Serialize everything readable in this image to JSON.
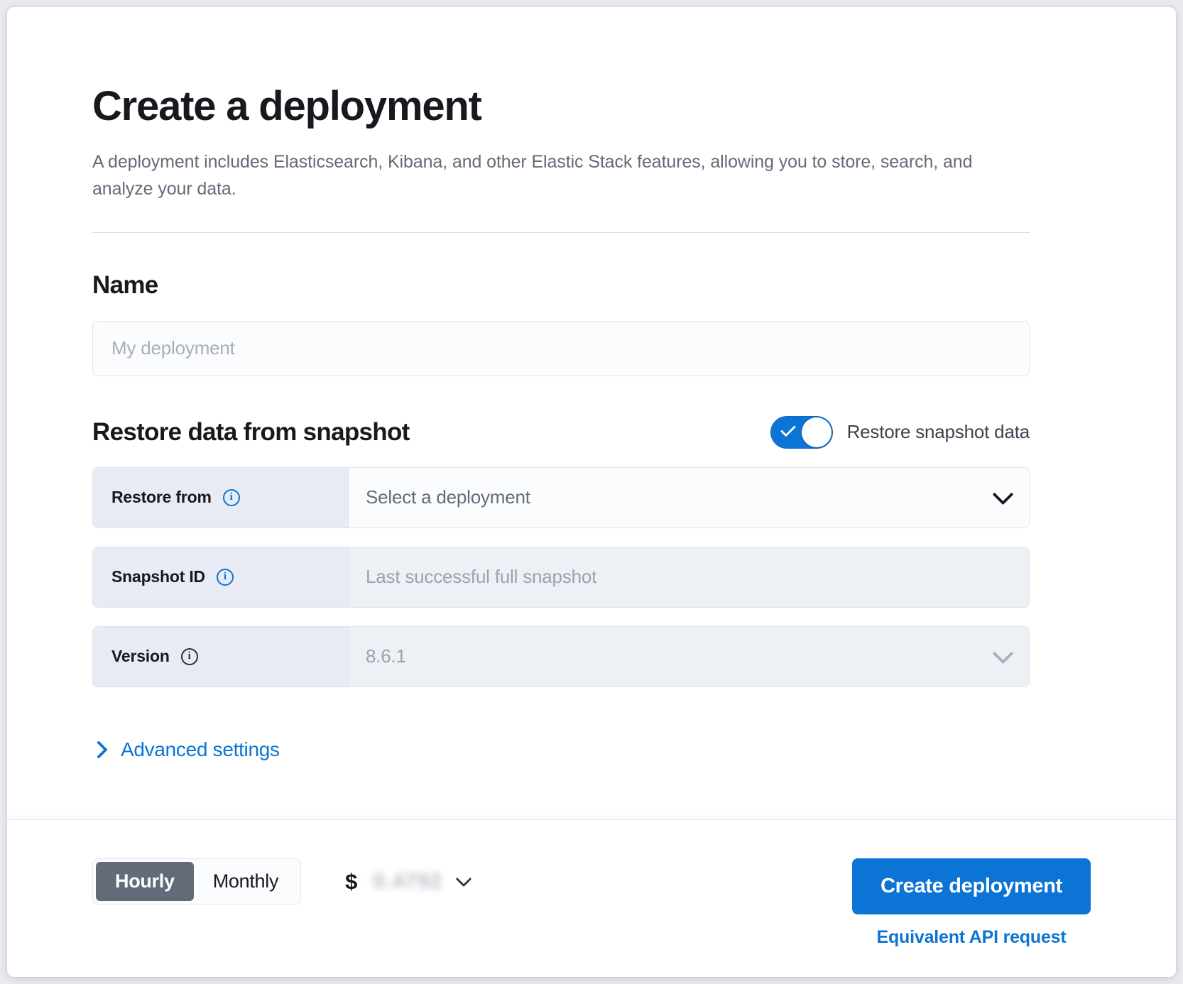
{
  "page": {
    "title": "Create a deployment",
    "subtitle": "A deployment includes Elasticsearch, Kibana, and other Elastic Stack features, allowing you to store, search, and analyze your data."
  },
  "name_section": {
    "heading": "Name",
    "input_value": "",
    "input_placeholder": "My deployment"
  },
  "restore_section": {
    "heading": "Restore data from snapshot",
    "toggle": {
      "label": "Restore snapshot data",
      "checked": true,
      "on_color": "#0b74d4"
    },
    "rows": [
      {
        "label": "Restore from",
        "info": "i",
        "value": "Select a deployment",
        "state": "active",
        "control": "dropdown"
      },
      {
        "label": "Snapshot ID",
        "info": "i",
        "value": "Last successful full snapshot",
        "state": "disabled",
        "control": "text"
      },
      {
        "label": "Version",
        "info": "i",
        "value": "8.6.1",
        "state": "disabled",
        "control": "dropdown"
      }
    ]
  },
  "advanced": {
    "label": "Advanced settings"
  },
  "footer": {
    "billing_options": [
      {
        "label": "Hourly",
        "selected": true
      },
      {
        "label": "Monthly",
        "selected": false
      }
    ],
    "price": {
      "currency_symbol": "$",
      "amount": "0.4792",
      "redacted": true
    },
    "create_button": "Create deployment",
    "api_link": "Equivalent API request"
  },
  "colors": {
    "accent": "#0b74d4",
    "text": "#16191d",
    "muted": "#646b78",
    "placeholder": "#a7aebb",
    "label_bg": "#e8ebf3",
    "disabled_bg": "#edf0f5",
    "segment_active_bg": "#646b78"
  }
}
